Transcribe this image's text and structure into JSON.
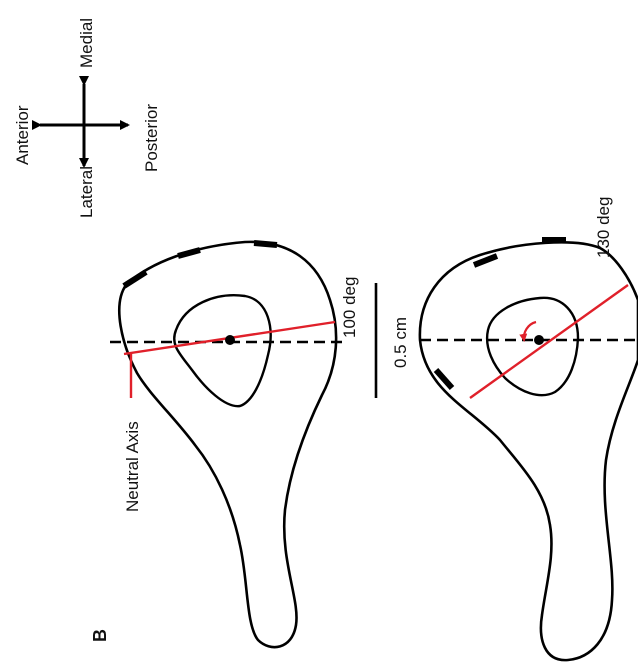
{
  "compass": {
    "anterior": "Anterior",
    "medial": "Medial",
    "lateral": "Lateral",
    "posterior": "Posterior"
  },
  "panel_label": "B",
  "left_section": {
    "angle_label": "100 deg",
    "neutral_axis_label": "Neutral Axis"
  },
  "right_section": {
    "angle_label": "130 deg"
  },
  "scale_bar": {
    "label": "0.5 cm"
  },
  "colors": {
    "neutral_axis": "#e0202a",
    "outline": "#000000"
  }
}
